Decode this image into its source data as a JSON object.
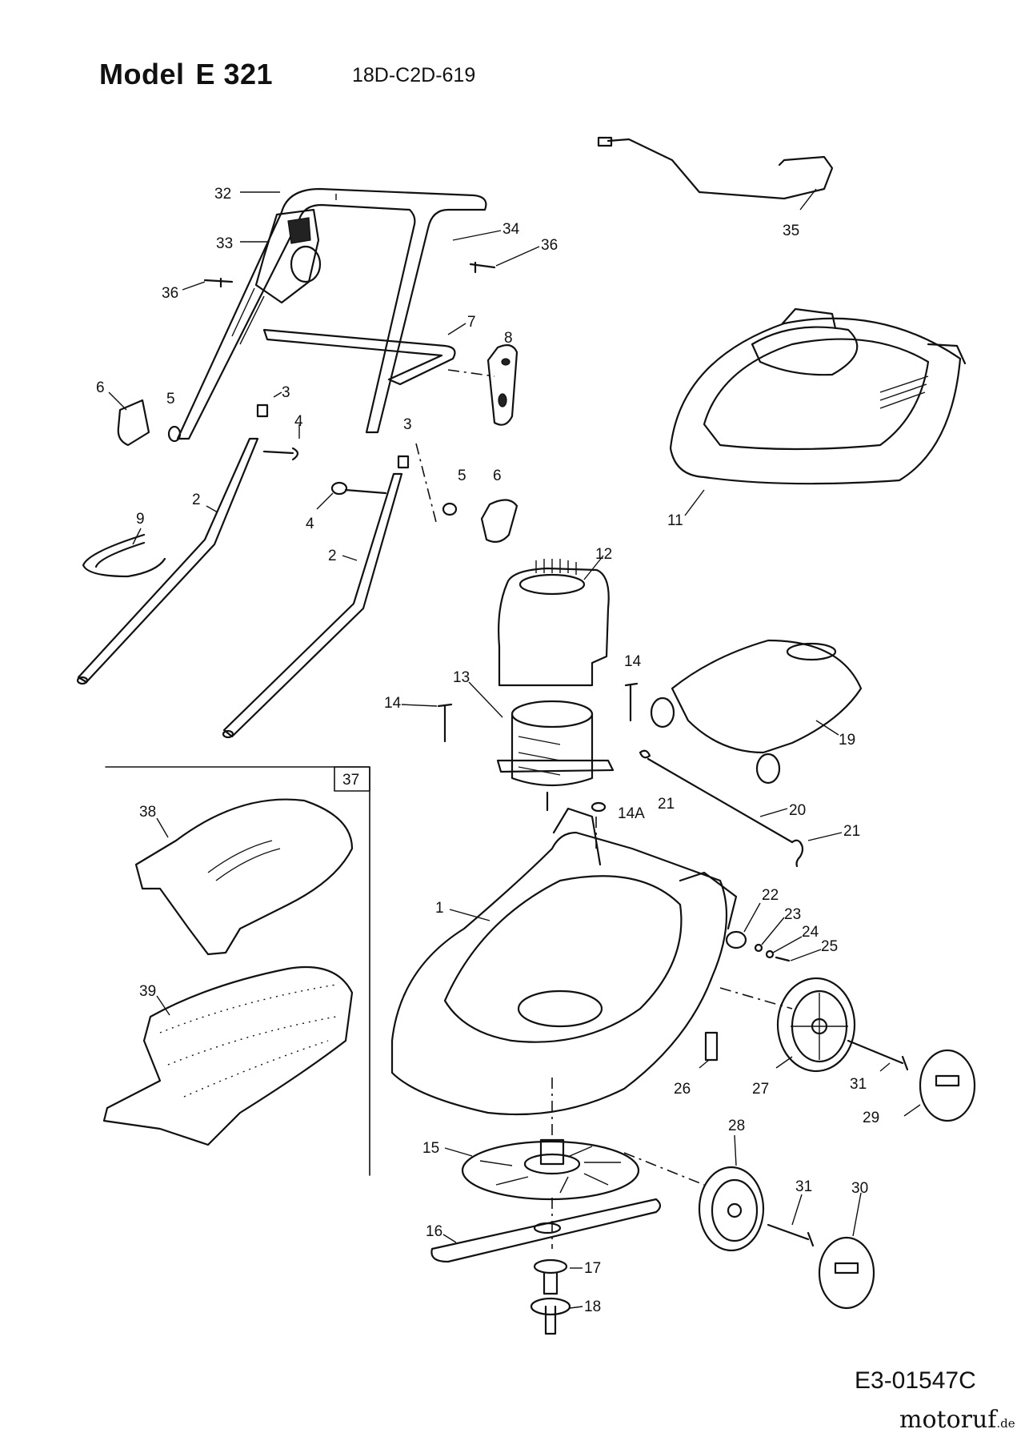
{
  "header": {
    "model_word": "Model",
    "model_number": "E 321",
    "model_code": "18D-C2D-619"
  },
  "footer": {
    "diagram_id": "E3-01547C",
    "brand_name": "motoruf",
    "brand_tld": ".de"
  },
  "colors": {
    "line": "#111111",
    "background": "#ffffff"
  },
  "callouts": [
    "32",
    "33",
    "34",
    "36",
    "36",
    "35",
    "7",
    "8",
    "6",
    "5",
    "3",
    "4",
    "3",
    "5",
    "6",
    "4",
    "2",
    "2",
    "9",
    "11",
    "12",
    "14",
    "14",
    "13",
    "19",
    "21",
    "14A",
    "20",
    "21",
    "37",
    "38",
    "39",
    "1",
    "22",
    "23",
    "24",
    "25",
    "26",
    "27",
    "31",
    "29",
    "15",
    "28",
    "31",
    "30",
    "16",
    "17",
    "18"
  ]
}
